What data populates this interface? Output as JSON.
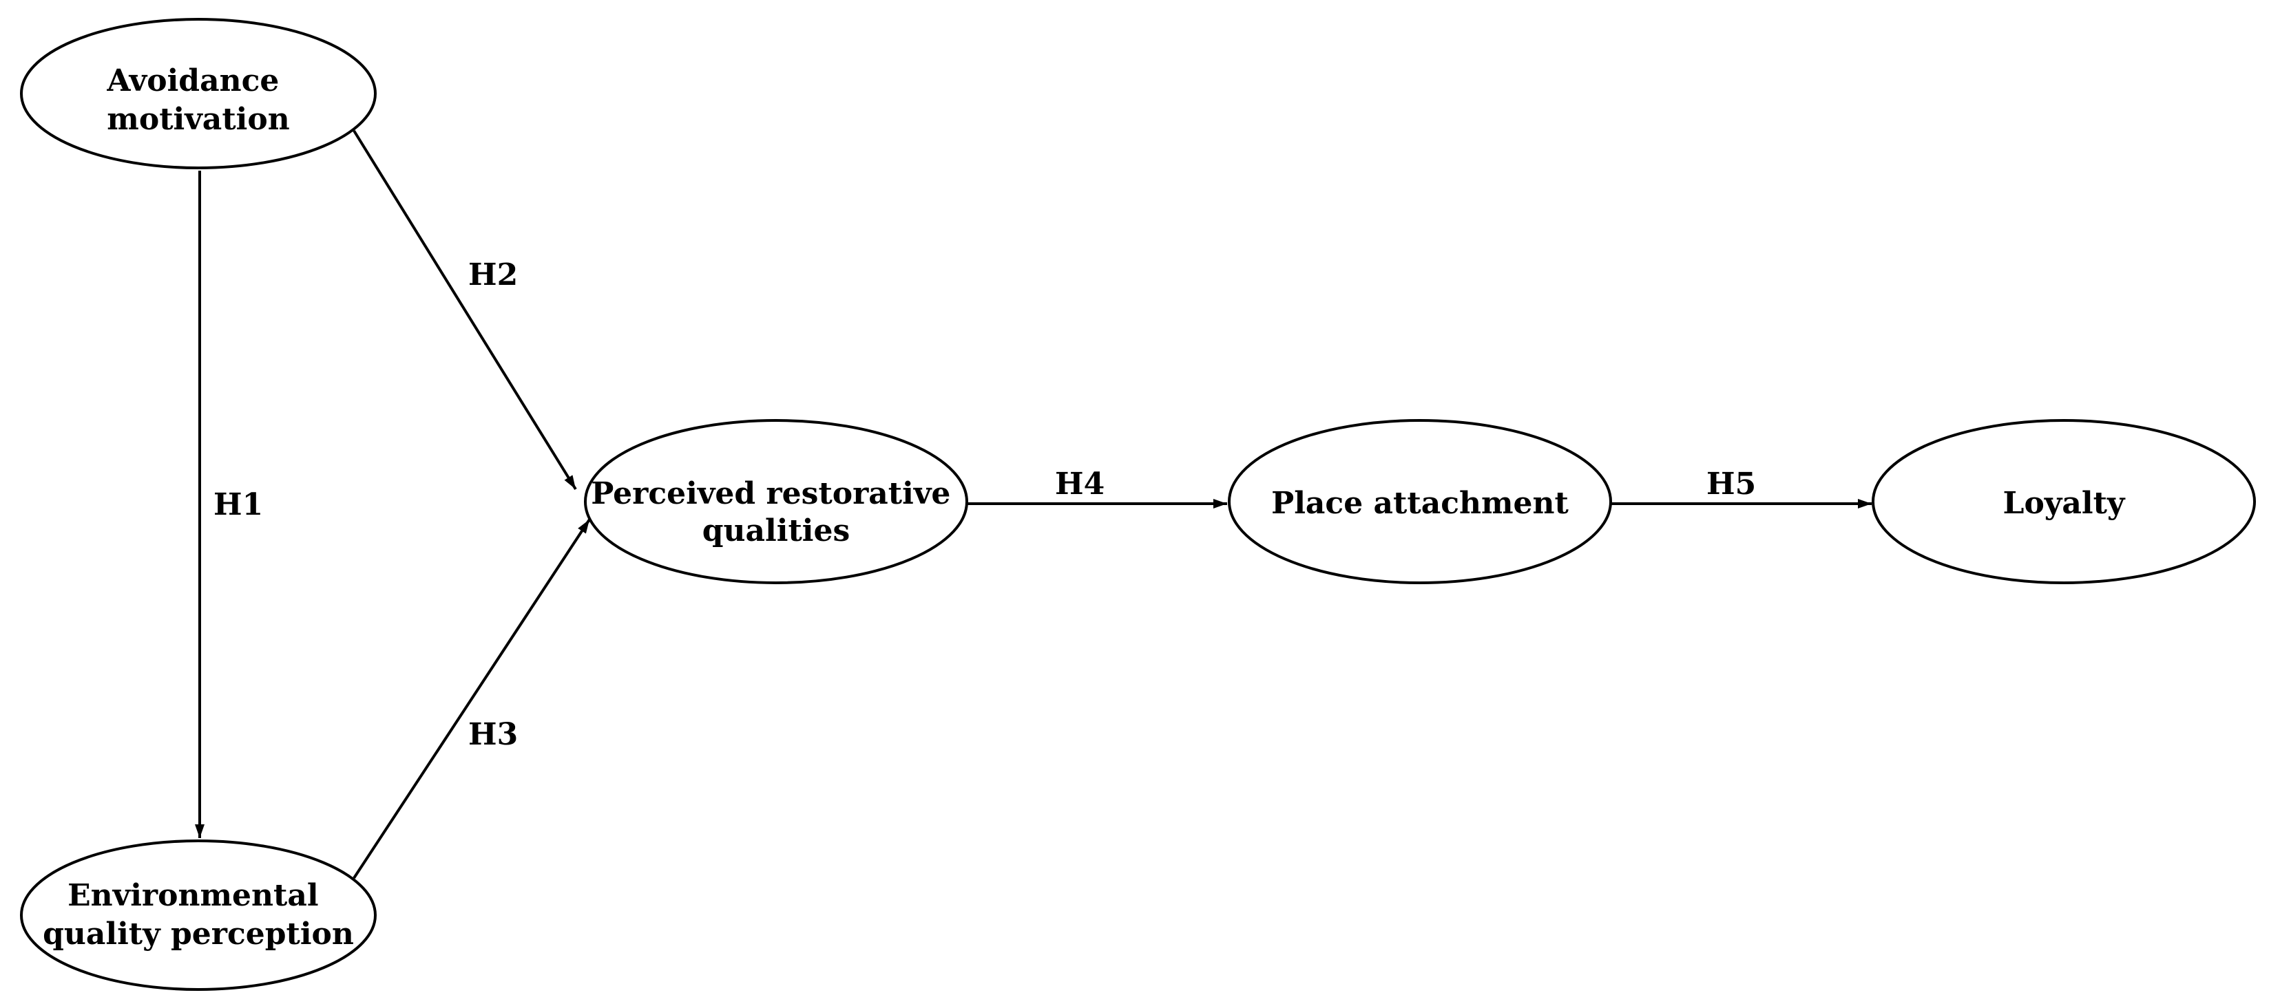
{
  "diagram": {
    "nodes": [
      {
        "id": "avoidance",
        "lines": [
          "Avoidance",
          "motivation"
        ]
      },
      {
        "id": "environmental",
        "lines": [
          "Environmental",
          "quality perception"
        ]
      },
      {
        "id": "restorative",
        "lines": [
          "Perceived restorative",
          "qualities"
        ]
      },
      {
        "id": "attachment",
        "lines": [
          "Place attachment"
        ]
      },
      {
        "id": "loyalty",
        "lines": [
          "Loyalty"
        ]
      }
    ],
    "edges": [
      {
        "from": "avoidance",
        "to": "environmental",
        "label": "H1"
      },
      {
        "from": "avoidance",
        "to": "restorative",
        "label": "H2"
      },
      {
        "from": "environmental",
        "to": "restorative",
        "label": "H3"
      },
      {
        "from": "restorative",
        "to": "attachment",
        "label": "H4"
      },
      {
        "from": "attachment",
        "to": "loyalty",
        "label": "H5"
      }
    ]
  }
}
